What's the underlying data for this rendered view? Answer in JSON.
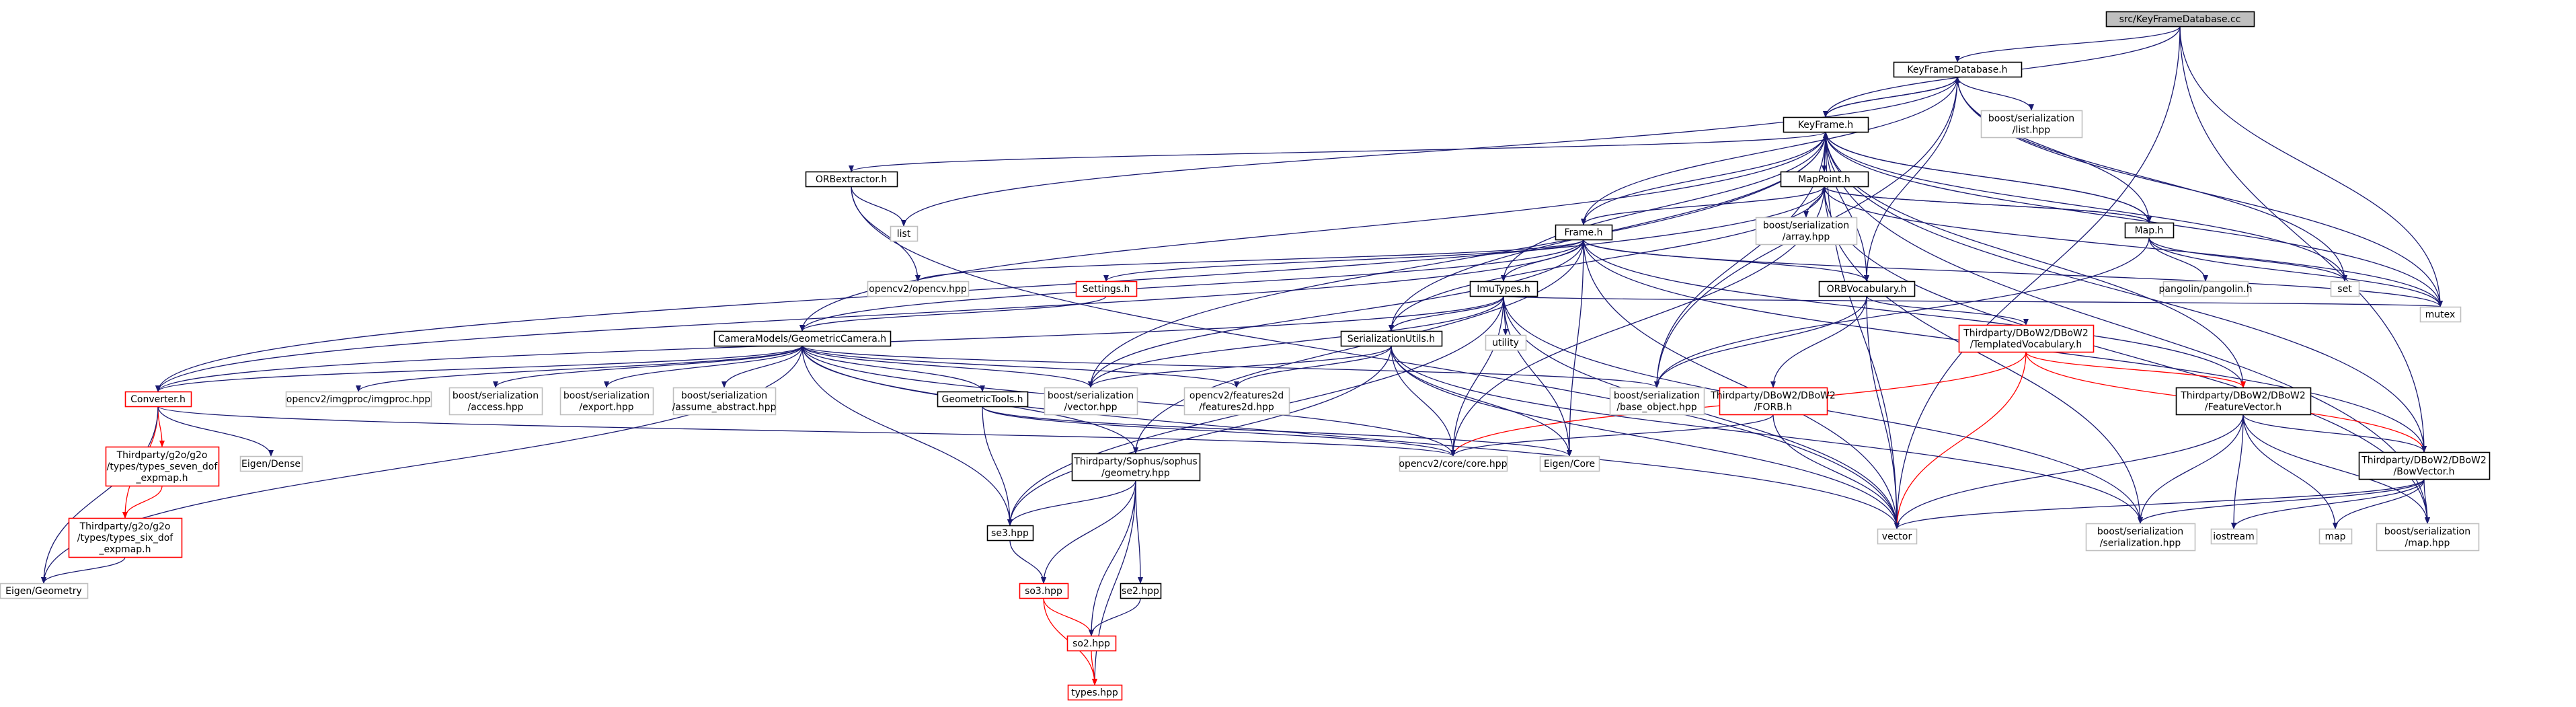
{
  "graph": {
    "edge_color": "#191970",
    "nodes": [
      {
        "id": "root",
        "lines": [
          "src/KeyFrameDatabase.cc"
        ],
        "style": "root"
      },
      {
        "id": "kfdb",
        "lines": [
          "KeyFrameDatabase.h"
        ],
        "style": "black"
      },
      {
        "id": "kf",
        "lines": [
          "KeyFrame.h"
        ],
        "style": "black"
      },
      {
        "id": "bslist",
        "lines": [
          "boost/serialization",
          "/list.hpp"
        ],
        "style": "gray"
      },
      {
        "id": "mappoint",
        "lines": [
          "MapPoint.h"
        ],
        "style": "black"
      },
      {
        "id": "orbext",
        "lines": [
          "ORBextractor.h"
        ],
        "style": "black"
      },
      {
        "id": "list",
        "lines": [
          "list"
        ],
        "style": "gray"
      },
      {
        "id": "bsarray",
        "lines": [
          "boost/serialization",
          "/array.hpp"
        ],
        "style": "gray"
      },
      {
        "id": "maph",
        "lines": [
          "Map.h"
        ],
        "style": "black"
      },
      {
        "id": "frame",
        "lines": [
          "Frame.h"
        ],
        "style": "black"
      },
      {
        "id": "pangolin",
        "lines": [
          "pangolin/pangolin.h"
        ],
        "style": "gray"
      },
      {
        "id": "set",
        "lines": [
          "set"
        ],
        "style": "gray"
      },
      {
        "id": "ocvhpp",
        "lines": [
          "opencv2/opencv.hpp"
        ],
        "style": "gray"
      },
      {
        "id": "settings",
        "lines": [
          "Settings.h"
        ],
        "style": "red"
      },
      {
        "id": "imutypes",
        "lines": [
          "ImuTypes.h"
        ],
        "style": "black"
      },
      {
        "id": "orbvoc",
        "lines": [
          "ORBVocabulary.h"
        ],
        "style": "black"
      },
      {
        "id": "mutex",
        "lines": [
          "mutex"
        ],
        "style": "gray"
      },
      {
        "id": "utility",
        "lines": [
          "utility"
        ],
        "style": "gray"
      },
      {
        "id": "tmplvoc",
        "lines": [
          "Thirdparty/DBoW2/DBoW2",
          "/TemplatedVocabulary.h"
        ],
        "style": "red"
      },
      {
        "id": "geocam",
        "lines": [
          "CameraModels/GeometricCamera.h"
        ],
        "style": "black"
      },
      {
        "id": "serutils",
        "lines": [
          "SerializationUtils.h"
        ],
        "style": "black"
      },
      {
        "id": "converter",
        "lines": [
          "Converter.h"
        ],
        "style": "red"
      },
      {
        "id": "imgproc",
        "lines": [
          "opencv2/imgproc/imgproc.hpp"
        ],
        "style": "gray"
      },
      {
        "id": "bsaccess",
        "lines": [
          "boost/serialization",
          "/access.hpp"
        ],
        "style": "gray"
      },
      {
        "id": "bsexport",
        "lines": [
          "boost/serialization",
          "/export.hpp"
        ],
        "style": "gray"
      },
      {
        "id": "bsassume",
        "lines": [
          "boost/serialization",
          "/assume_abstract.hpp"
        ],
        "style": "gray"
      },
      {
        "id": "geotools",
        "lines": [
          "GeometricTools.h"
        ],
        "style": "black"
      },
      {
        "id": "bsvector",
        "lines": [
          "boost/serialization",
          "/vector.hpp"
        ],
        "style": "gray"
      },
      {
        "id": "features2d",
        "lines": [
          "opencv2/features2d",
          "/features2d.hpp"
        ],
        "style": "gray"
      },
      {
        "id": "bsbase",
        "lines": [
          "boost/serialization",
          "/base_object.hpp"
        ],
        "style": "gray"
      },
      {
        "id": "fork",
        "lines": [
          "Thirdparty/DBoW2/DBoW2",
          "/FORB.h"
        ],
        "style": "red"
      },
      {
        "id": "featvec",
        "lines": [
          "Thirdparty/DBoW2/DBoW2",
          "/FeatureVector.h"
        ],
        "style": "black"
      },
      {
        "id": "g2o7",
        "lines": [
          "Thirdparty/g2o/g2o",
          "/types/types_seven_dof",
          "_expmap.h"
        ],
        "style": "red"
      },
      {
        "id": "eigendense",
        "lines": [
          "Eigen/Dense"
        ],
        "style": "gray"
      },
      {
        "id": "sophusgeo",
        "lines": [
          "Thirdparty/Sophus/sophus",
          "/geometry.hpp"
        ],
        "style": "black"
      },
      {
        "id": "corehpp",
        "lines": [
          "opencv2/core/core.hpp"
        ],
        "style": "gray"
      },
      {
        "id": "eigencore",
        "lines": [
          "Eigen/Core"
        ],
        "style": "gray"
      },
      {
        "id": "bowvec",
        "lines": [
          "Thirdparty/DBoW2/DBoW2",
          "/BowVector.h"
        ],
        "style": "black"
      },
      {
        "id": "g2o6",
        "lines": [
          "Thirdparty/g2o/g2o",
          "/types/types_six_dof",
          "_expmap.h"
        ],
        "style": "red"
      },
      {
        "id": "se3",
        "lines": [
          "se3.hpp"
        ],
        "style": "black"
      },
      {
        "id": "vector",
        "lines": [
          "vector"
        ],
        "style": "gray"
      },
      {
        "id": "bsser",
        "lines": [
          "boost/serialization",
          "/serialization.hpp"
        ],
        "style": "gray"
      },
      {
        "id": "iostream",
        "lines": [
          "iostream"
        ],
        "style": "gray"
      },
      {
        "id": "map",
        "lines": [
          "map"
        ],
        "style": "gray"
      },
      {
        "id": "bsmap",
        "lines": [
          "boost/serialization",
          "/map.hpp"
        ],
        "style": "gray"
      },
      {
        "id": "eigengeo",
        "lines": [
          "Eigen/Geometry"
        ],
        "style": "gray"
      },
      {
        "id": "so3",
        "lines": [
          "so3.hpp"
        ],
        "style": "red"
      },
      {
        "id": "se2",
        "lines": [
          "se2.hpp"
        ],
        "style": "black"
      },
      {
        "id": "so2",
        "lines": [
          "so2.hpp"
        ],
        "style": "red"
      },
      {
        "id": "typeshpp",
        "lines": [
          "types.hpp"
        ],
        "style": "red"
      }
    ],
    "edges": [
      [
        "root",
        "kfdb"
      ],
      [
        "root",
        "kf"
      ],
      [
        "root",
        "mutex"
      ],
      [
        "root",
        "vector"
      ],
      [
        "root",
        "bowvec"
      ],
      [
        "kfdb",
        "kf"
      ],
      [
        "kfdb",
        "bslist"
      ],
      [
        "kfdb",
        "frame"
      ],
      [
        "kfdb",
        "orbvoc"
      ],
      [
        "kfdb",
        "maph"
      ],
      [
        "kfdb",
        "list"
      ],
      [
        "kfdb",
        "set"
      ],
      [
        "kfdb",
        "mutex"
      ],
      [
        "kfdb",
        "bsbase"
      ],
      [
        "kf",
        "kfdb"
      ],
      [
        "kf",
        "mappoint"
      ],
      [
        "kf",
        "orbext"
      ],
      [
        "kf",
        "frame"
      ],
      [
        "kf",
        "imutypes"
      ],
      [
        "kf",
        "orbvoc"
      ],
      [
        "kf",
        "maph"
      ],
      [
        "kf",
        "geocam"
      ],
      [
        "kf",
        "serutils"
      ],
      [
        "kf",
        "bsvector"
      ],
      [
        "kf",
        "bsbase"
      ],
      [
        "kf",
        "bsmap"
      ],
      [
        "kf",
        "featvec"
      ],
      [
        "kf",
        "bowvec"
      ],
      [
        "kf",
        "mutex"
      ],
      [
        "kf",
        "set"
      ],
      [
        "kf",
        "vector"
      ],
      [
        "mappoint",
        "kf"
      ],
      [
        "mappoint",
        "frame"
      ],
      [
        "mappoint",
        "maph"
      ],
      [
        "mappoint",
        "bsarray"
      ],
      [
        "mappoint",
        "serutils"
      ],
      [
        "mappoint",
        "converter"
      ],
      [
        "mappoint",
        "corehpp"
      ],
      [
        "mappoint",
        "mutex"
      ],
      [
        "mappoint",
        "bsser"
      ],
      [
        "mappoint",
        "bsmap"
      ],
      [
        "orbext",
        "list"
      ],
      [
        "orbext",
        "ocvhpp"
      ],
      [
        "orbext",
        "vector"
      ],
      [
        "maph",
        "mappoint"
      ],
      [
        "maph",
        "kf"
      ],
      [
        "maph",
        "pangolin"
      ],
      [
        "maph",
        "set"
      ],
      [
        "maph",
        "mutex"
      ],
      [
        "maph",
        "bsbase"
      ],
      [
        "frame",
        "ocvhpp"
      ],
      [
        "frame",
        "settings"
      ],
      [
        "frame",
        "imutypes"
      ],
      [
        "frame",
        "orbvoc"
      ],
      [
        "frame",
        "converter"
      ],
      [
        "frame",
        "geocam"
      ],
      [
        "frame",
        "bsvector"
      ],
      [
        "frame",
        "featvec"
      ],
      [
        "frame",
        "bowvec"
      ],
      [
        "frame",
        "mutex"
      ],
      [
        "frame",
        "vector"
      ],
      [
        "frame",
        "eigencore"
      ],
      [
        "frame",
        "sophusgeo"
      ],
      [
        "settings",
        "geocam"
      ],
      [
        "imutypes",
        "utility"
      ],
      [
        "imutypes",
        "serutils"
      ],
      [
        "imutypes",
        "corehpp"
      ],
      [
        "imutypes",
        "eigencore"
      ],
      [
        "imutypes",
        "se3"
      ],
      [
        "imutypes",
        "vector"
      ],
      [
        "imutypes",
        "mutex"
      ],
      [
        "imutypes",
        "bsser"
      ],
      [
        "imutypes",
        "bsvector"
      ],
      [
        "imutypes",
        "converter"
      ],
      [
        "orbvoc",
        "tmplvoc"
      ],
      [
        "orbvoc",
        "fork"
      ],
      [
        "orbvoc",
        "vector"
      ],
      [
        "orbvoc",
        "bsbase"
      ],
      [
        "tmplvoc",
        "featvec"
      ],
      [
        "tmplvoc",
        "bowvec"
      ],
      [
        "tmplvoc",
        "corehpp"
      ],
      [
        "tmplvoc",
        "vector"
      ],
      [
        "geocam",
        "converter"
      ],
      [
        "geocam",
        "imgproc"
      ],
      [
        "geocam",
        "bsaccess"
      ],
      [
        "geocam",
        "bsexport"
      ],
      [
        "geocam",
        "bsassume"
      ],
      [
        "geocam",
        "geotools"
      ],
      [
        "geocam",
        "bsvector"
      ],
      [
        "geocam",
        "features2d"
      ],
      [
        "geocam",
        "bsbase"
      ],
      [
        "geocam",
        "corehpp"
      ],
      [
        "geocam",
        "eigengeo"
      ],
      [
        "geocam",
        "vector"
      ],
      [
        "geocam",
        "sophusgeo"
      ],
      [
        "geocam",
        "se3"
      ],
      [
        "serutils",
        "bsvector"
      ],
      [
        "serutils",
        "features2d"
      ],
      [
        "serutils",
        "corehpp"
      ],
      [
        "serutils",
        "eigencore"
      ],
      [
        "serutils",
        "se3"
      ],
      [
        "serutils",
        "vector"
      ],
      [
        "serutils",
        "bsser"
      ],
      [
        "converter",
        "g2o7"
      ],
      [
        "converter",
        "g2o6"
      ],
      [
        "converter",
        "eigendense"
      ],
      [
        "converter",
        "corehpp"
      ],
      [
        "converter",
        "eigengeo"
      ],
      [
        "geotools",
        "corehpp"
      ],
      [
        "geotools",
        "eigencore"
      ],
      [
        "geotools",
        "se3"
      ],
      [
        "g2o7",
        "g2o6"
      ],
      [
        "g2o6",
        "eigengeo"
      ],
      [
        "sophusgeo",
        "se3"
      ],
      [
        "sophusgeo",
        "so3"
      ],
      [
        "sophusgeo",
        "se2"
      ],
      [
        "sophusgeo",
        "so2"
      ],
      [
        "sophusgeo",
        "typeshpp"
      ],
      [
        "se3",
        "so3"
      ],
      [
        "so3",
        "so2"
      ],
      [
        "so3",
        "typeshpp"
      ],
      [
        "se2",
        "so2"
      ],
      [
        "so2",
        "typeshpp"
      ],
      [
        "fork",
        "corehpp"
      ],
      [
        "fork",
        "vector"
      ],
      [
        "featvec",
        "bowvec"
      ],
      [
        "featvec",
        "vector"
      ],
      [
        "featvec",
        "bsser"
      ],
      [
        "featvec",
        "iostream"
      ],
      [
        "featvec",
        "map"
      ],
      [
        "featvec",
        "bsmap"
      ],
      [
        "bowvec",
        "vector"
      ],
      [
        "bowvec",
        "bsser"
      ],
      [
        "bowvec",
        "iostream"
      ],
      [
        "bowvec",
        "map"
      ],
      [
        "bowvec",
        "bsmap"
      ]
    ],
    "red_edges": [
      [
        "tmplvoc",
        "featvec"
      ],
      [
        "tmplvoc",
        "bowvec"
      ],
      [
        "tmplvoc",
        "corehpp"
      ],
      [
        "tmplvoc",
        "vector"
      ],
      [
        "converter",
        "g2o7"
      ],
      [
        "converter",
        "g2o6"
      ],
      [
        "g2o7",
        "g2o6"
      ],
      [
        "so3",
        "so2"
      ],
      [
        "so3",
        "typeshpp"
      ],
      [
        "so2",
        "typeshpp"
      ]
    ]
  }
}
